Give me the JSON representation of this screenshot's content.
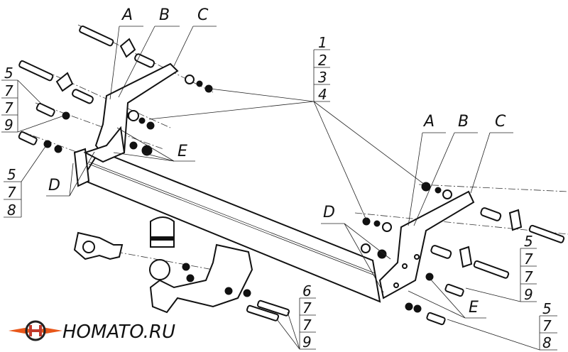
{
  "callouts": {
    "left": {
      "A": "A",
      "B": "B",
      "C": "C",
      "D": "D",
      "E": "E"
    },
    "right": {
      "A": "A",
      "B": "B",
      "C": "C",
      "D": "D",
      "E": "E"
    }
  },
  "stacks": {
    "top_center": [
      "1",
      "2",
      "3",
      "4"
    ],
    "left_upper": [
      "5",
      "7",
      "7",
      "9"
    ],
    "left_lower": [
      "5",
      "7",
      "8"
    ],
    "right_upper": [
      "5",
      "7",
      "7",
      "9"
    ],
    "right_lower": [
      "5",
      "7",
      "8"
    ],
    "bottom_center": [
      "6",
      "7",
      "7",
      "9"
    ]
  },
  "logo": {
    "text": "HOMATO.RU",
    "colors": {
      "accent": "#e8571a",
      "accent2": "#c0392b",
      "dark": "#222222"
    }
  }
}
